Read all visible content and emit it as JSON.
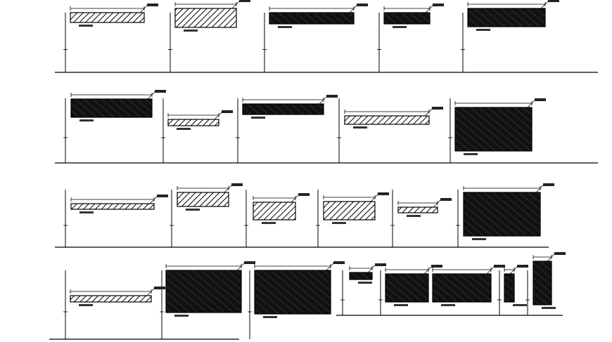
{
  "drawing": {
    "background": "#ffffff",
    "line_color": "#000000",
    "rows": [
      {
        "details": [
          "light",
          "light",
          "dark",
          "dark",
          "dark"
        ]
      },
      {
        "details": [
          "dark",
          "light",
          "dark",
          "light",
          "dark"
        ]
      },
      {
        "details": [
          "light",
          "light",
          "light",
          "light",
          "light",
          "dark"
        ]
      },
      {
        "details": [
          "light",
          "dark",
          "dark",
          "dark",
          "dark",
          "dark",
          "dark",
          "dark"
        ]
      }
    ]
  }
}
